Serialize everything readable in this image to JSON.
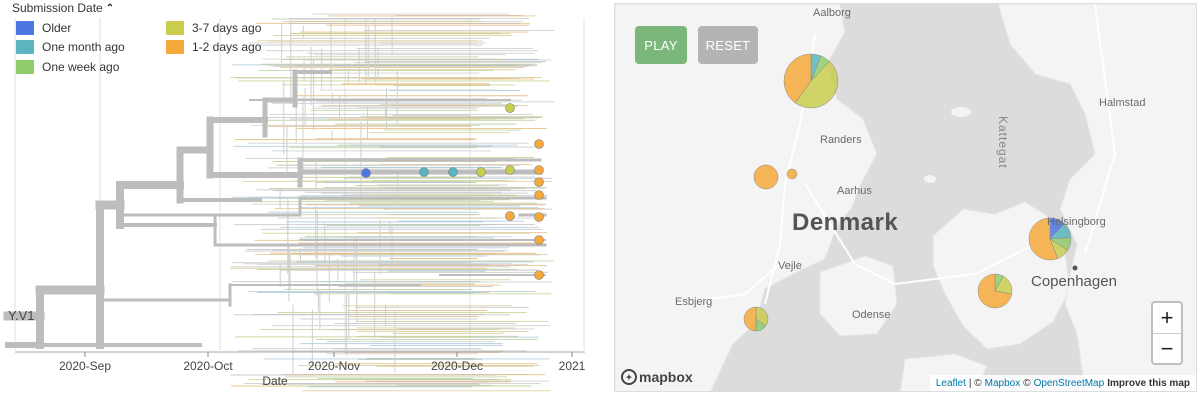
{
  "legend": {
    "title": "Submission Date",
    "items": [
      {
        "label": "Older",
        "color": "#4c77e0"
      },
      {
        "label": "One month ago",
        "color": "#5bb5c0"
      },
      {
        "label": "One week ago",
        "color": "#8fcd6a"
      },
      {
        "label": "3-7 days ago",
        "color": "#c9cd4e"
      },
      {
        "label": "1-2 days ago",
        "color": "#f5a93a"
      }
    ]
  },
  "tree": {
    "root_label": "Y.V1",
    "axis_title": "Date",
    "ticks": [
      "2020-Sep",
      "2020-Oct",
      "2020-Nov",
      "2020-Dec",
      "2021"
    ]
  },
  "map": {
    "play_label": "PLAY",
    "reset_label": "RESET",
    "play_color": "#7bb77b",
    "reset_color": "#b4b4b4",
    "zoom_in": "+",
    "zoom_out": "−",
    "places": {
      "country": "Denmark",
      "copenhagen": "Copenhagen",
      "aalborg": "Aalborg",
      "randers": "Randers",
      "aarhus": "Aarhus",
      "vejle": "Vejle",
      "odense": "Odense",
      "esbjerg": "Esbjerg",
      "helsingborg": "Helsingborg",
      "halmstad": "Halmstad",
      "kattegat": "Kattegat"
    },
    "attribution": {
      "leaflet": "Leaflet",
      "sep1": "| ©",
      "mapbox": "Mapbox",
      "sep2": "©",
      "osm": "OpenStreetMap",
      "improve": "Improve this map"
    },
    "logo_text": "mapbox"
  }
}
